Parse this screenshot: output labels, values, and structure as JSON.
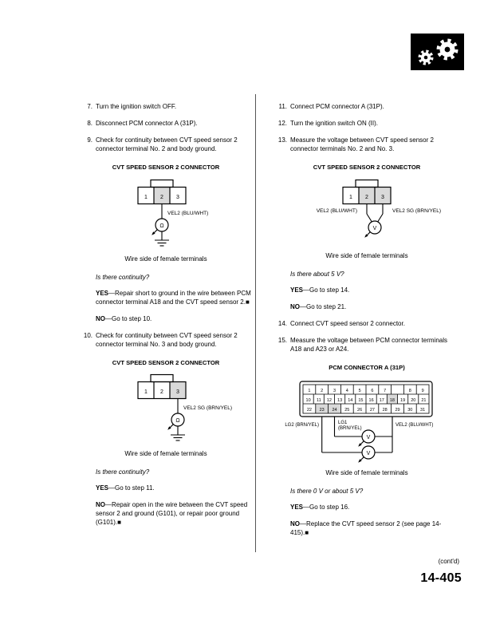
{
  "colors": {
    "ink": "#000000",
    "paper": "#ffffff",
    "highlight": "#d9d9d9"
  },
  "header": {
    "logo_icon": "gears"
  },
  "left": {
    "step7": {
      "num": "7.",
      "text": "Turn the ignition switch OFF."
    },
    "step8": {
      "num": "8.",
      "text": "Disconnect PCM connector A (31P)."
    },
    "step9": {
      "num": "9.",
      "text": "Check for continuity between CVT speed sensor 2 connector terminal No. 2 and body ground."
    },
    "d1": {
      "title": "CVT SPEED SENSOR 2 CONNECTOR",
      "p1": "1",
      "p2": "2",
      "p3": "3",
      "wire_label": "VEL2 (BLU/WHT)",
      "meter": "Ω",
      "caption": "Wire side of female terminals"
    },
    "q1": "Is there continuity?",
    "r1": {
      "yes_label": "YES",
      "yes_text": "—Repair short to ground in the wire between PCM connector terminal A18 and the CVT speed sensor 2.■",
      "no_label": "NO",
      "no_text": "—Go to step 10."
    },
    "step10": {
      "num": "10.",
      "text": "Check for continuity between CVT speed sensor 2 connector terminal No. 3 and body ground."
    },
    "d2": {
      "title": "CVT SPEED SENSOR 2 CONNECTOR",
      "p1": "1",
      "p2": "2",
      "p3": "3",
      "wire_label": "VEL2 SG (BRN/YEL)",
      "meter": "Ω",
      "caption": "Wire side of female terminals"
    },
    "q2": "Is there continuity?",
    "r2": {
      "yes_label": "YES",
      "yes_text": "—Go to step 11.",
      "no_label": "NO",
      "no_text": "—Repair open in the wire between the CVT speed sensor 2 and ground (G101), or repair poor ground (G101).■"
    }
  },
  "right": {
    "step11": {
      "num": "11.",
      "text": "Connect PCM connector A (31P)."
    },
    "step12": {
      "num": "12.",
      "text": "Turn the ignition switch ON (II)."
    },
    "step13": {
      "num": "13.",
      "text": "Measure the voltage between CVT speed sensor 2 connector terminals No. 2 and No. 3."
    },
    "d3": {
      "title": "CVT SPEED SENSOR 2 CONNECTOR",
      "p1": "1",
      "p2": "2",
      "p3": "3",
      "label_left": "VEL2 (BLU/WHT)",
      "label_right": "VEL2 SG (BRN/YEL)",
      "meter": "V",
      "caption": "Wire side of female terminals"
    },
    "q3": "Is there about 5 V?",
    "r3": {
      "yes_label": "YES",
      "yes_text": "—Go to step 14.",
      "no_label": "NO",
      "no_text": "—Go to step 21."
    },
    "step14": {
      "num": "14.",
      "text": "Connect CVT speed sensor 2 connector."
    },
    "step15": {
      "num": "15.",
      "text": "Measure the voltage between PCM connector terminals A18 and A23 or A24."
    },
    "d4": {
      "title": "PCM CONNECTOR A (31P)",
      "row1": [
        "1",
        "2",
        "3",
        "4",
        "5",
        "6",
        "7",
        "",
        "8",
        "9"
      ],
      "row2": [
        "10",
        "11",
        "12",
        "13",
        "14",
        "15",
        "16",
        "17",
        "18",
        "19",
        "20",
        "21"
      ],
      "row3": [
        "22",
        "23",
        "24",
        "25",
        "26",
        "27",
        "28",
        "29",
        "30",
        "31"
      ],
      "label_lg2": "LG2 (BRN/YEL)",
      "label_lg1_1": "LG1",
      "label_lg1_2": "(BRN/YEL)",
      "label_vel2": "VEL2 (BLU/WHT)",
      "meter1": "V",
      "meter2": "V",
      "caption": "Wire side of female terminals"
    },
    "q4": "Is there 0 V or about 5 V?",
    "r4": {
      "yes_label": "YES",
      "yes_text": "—Go to step 16.",
      "no_label": "NO",
      "no_text": "—Replace the CVT speed sensor 2 (see page 14-415).■"
    }
  },
  "footer": {
    "contd": "(cont'd)",
    "page_number": "14-405"
  }
}
